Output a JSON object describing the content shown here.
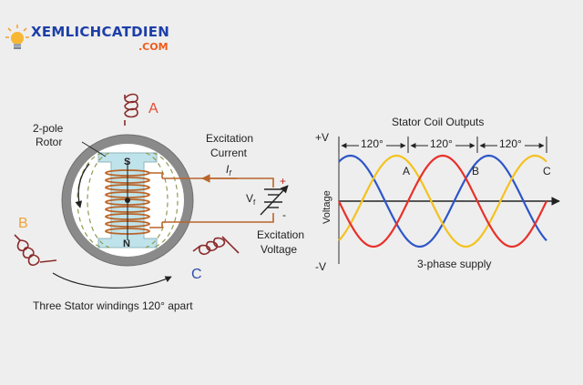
{
  "brand": {
    "name": "XEMLICHCATDIEN",
    "domain": ".COM"
  },
  "machine": {
    "rotor_label_line1": "2-pole",
    "rotor_label_line2": "Rotor",
    "pole_north": "N",
    "pole_south": "S",
    "winding_a": "A",
    "winding_b": "B",
    "winding_c": "C",
    "caption": "Three Stator windings 120° apart",
    "excitation_current_line1": "Excitation",
    "excitation_current_line2": "Current",
    "current_symbol": "I",
    "current_subscript": "f",
    "voltage_symbol": "V",
    "voltage_subscript": "f",
    "plus_sign": "+",
    "minus_sign": "-",
    "excitation_voltage_line1": "Excitation",
    "excitation_voltage_line2": "Voltage"
  },
  "waveform": {
    "title": "Stator Coil Outputs",
    "y_top": "+V",
    "y_bottom": "-V",
    "y_axis_label": "Voltage",
    "phase_spacing_labels": [
      "120°",
      "120°",
      "120°"
    ],
    "phase_labels": [
      "A",
      "B",
      "C"
    ],
    "caption": "3-phase supply",
    "colors": {
      "A": "#e8302a",
      "B": "#f4c21f",
      "C": "#2e56c8"
    }
  },
  "colors": {
    "copper": "#b9652a",
    "stator_ring": "#8a8a8a",
    "rotor_fill": "#bfe3ea",
    "flux_lines": "#8f9b52",
    "label_red": "#e84a2e",
    "label_orange": "#f0a23a",
    "label_blue": "#2d4ea8"
  }
}
